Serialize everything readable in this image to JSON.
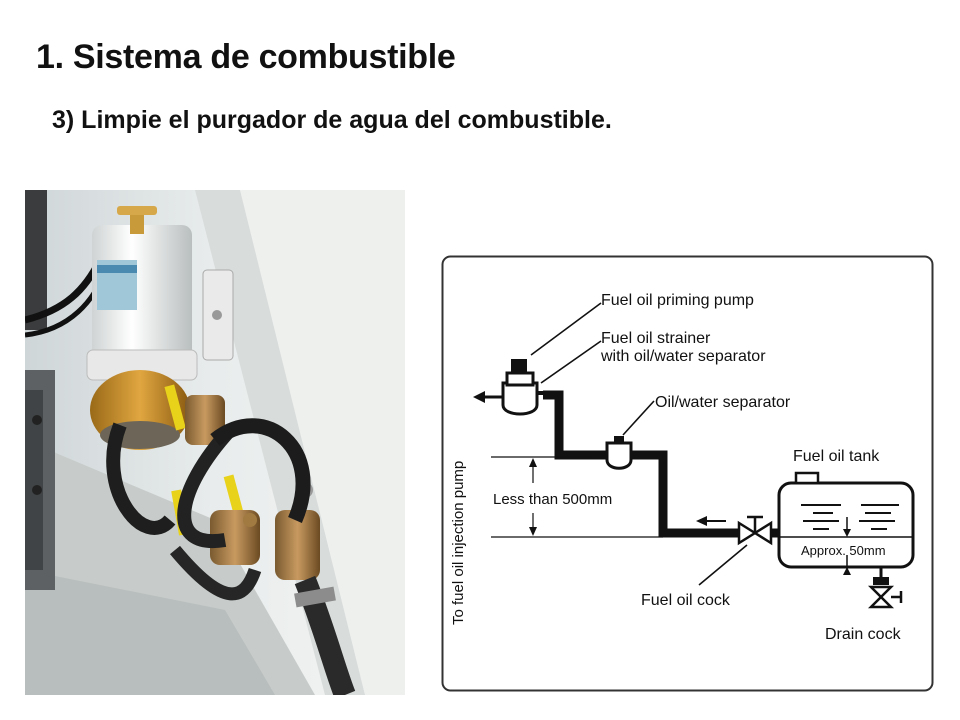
{
  "slide": {
    "title": "1. Sistema de combustible",
    "subtitle": "3) Limpie el purgador de agua del combustible."
  },
  "diagram": {
    "labels": {
      "priming_pump": "Fuel oil priming pump",
      "strainer_line1": "Fuel oil strainer",
      "strainer_line2": "with oil/water separator",
      "separator": "Oil/water separator",
      "tank": "Fuel oil tank",
      "height": "Less than 500mm",
      "approx": "Approx. 50mm",
      "cock": "Fuel oil cock",
      "drain": "Drain cock",
      "injection": "To fuel oil injection pump"
    }
  }
}
